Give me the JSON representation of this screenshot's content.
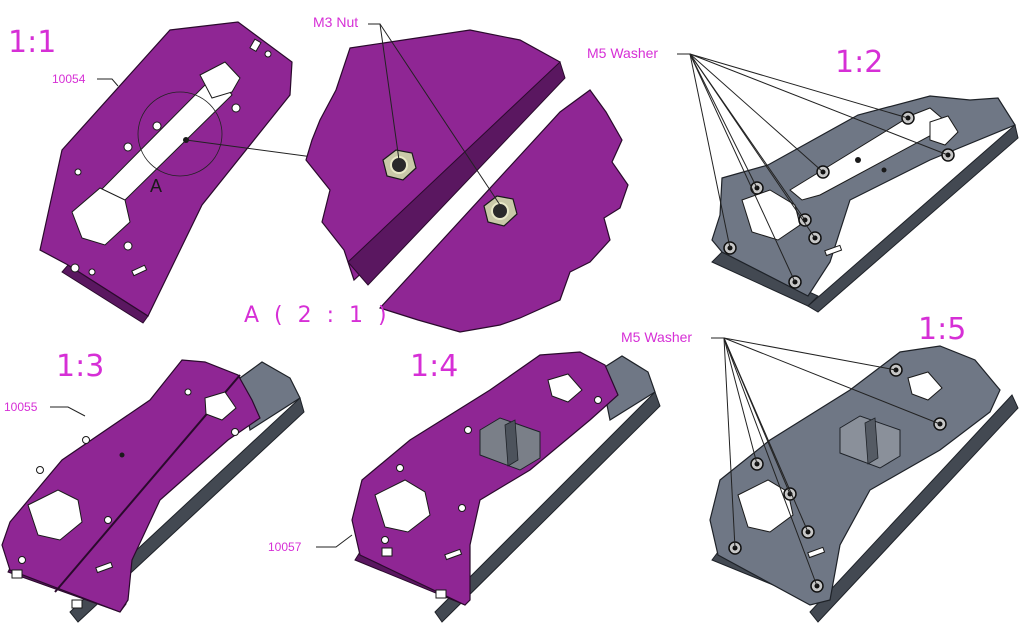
{
  "scales": {
    "s1": "1:1",
    "s2": "1:2",
    "s3": "1:3",
    "s4": "1:4",
    "s5": "1:5"
  },
  "part_numbers": {
    "p1": "10054",
    "p3": "10055",
    "p4": "10057"
  },
  "callouts": {
    "nut": "M3 Nut",
    "washer_top": "M5 Washer",
    "washer_bottom": "M5 Washer",
    "detail_marker": "A",
    "detail_view": "A ( 2 : 1 )"
  },
  "colors": {
    "label": "#d62fd6",
    "plate_purple": "#8f2694",
    "plate_gray": "#6f7785"
  }
}
